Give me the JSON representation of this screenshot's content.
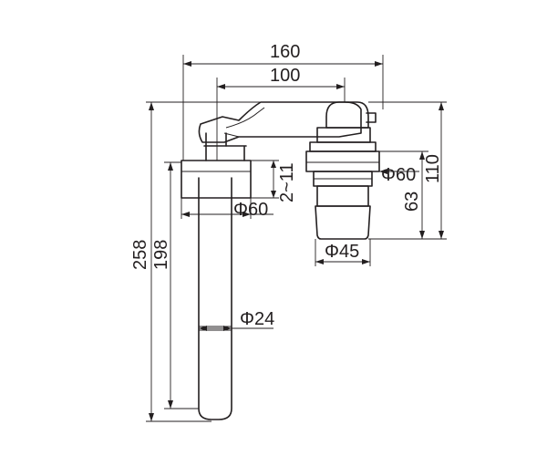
{
  "dimensions": {
    "overall_width": "160",
    "spout_reach": "100",
    "overall_height": "258",
    "spout_height": "198",
    "range": "2~11",
    "wall_plate_dia": "Φ60",
    "flange_dia": "Φ60",
    "body_dia": "Φ45",
    "spout_dia": "Φ24",
    "body_height": "63",
    "right_height": "110"
  }
}
